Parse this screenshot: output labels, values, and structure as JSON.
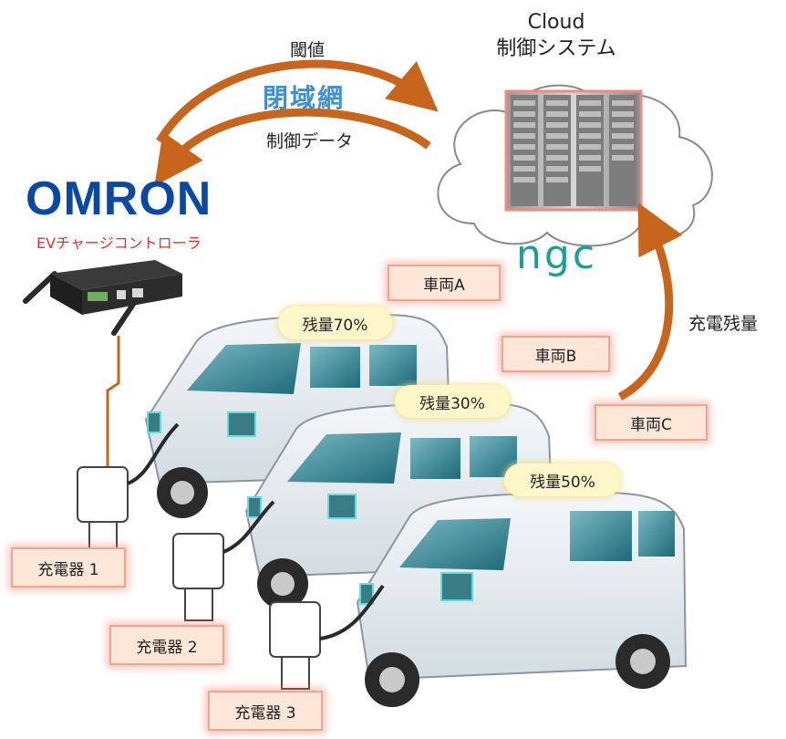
{
  "cloud_system": {
    "line1": "Cloud",
    "line2": "制御システム"
  },
  "arrows": {
    "threshold_label": "閾値",
    "network_label": "閉域網",
    "control_data_label": "制御データ",
    "remaining_charge_label": "充電残量"
  },
  "controller": {
    "brand": "OMRON",
    "product": "EVチャージコントローラ"
  },
  "provider_logo": "ngc",
  "vehicles": [
    {
      "tag": "車両A",
      "battery": "残量70%"
    },
    {
      "tag": "車両B",
      "battery": "残量30%"
    },
    {
      "tag": "車両C",
      "battery": "残量50%"
    }
  ],
  "chargers": [
    "充電器 1",
    "充電器 2",
    "充電器 3"
  ],
  "colors": {
    "arrow": "#c8651c",
    "omron_blue": "#0a49a3",
    "ngc_teal": "#1b9e9a",
    "network_blue": "#3c8fd0",
    "tag_fill": "#fde7d9",
    "tag_glow": "#f2a58d",
    "bubble_fill": "#fff7c9"
  }
}
